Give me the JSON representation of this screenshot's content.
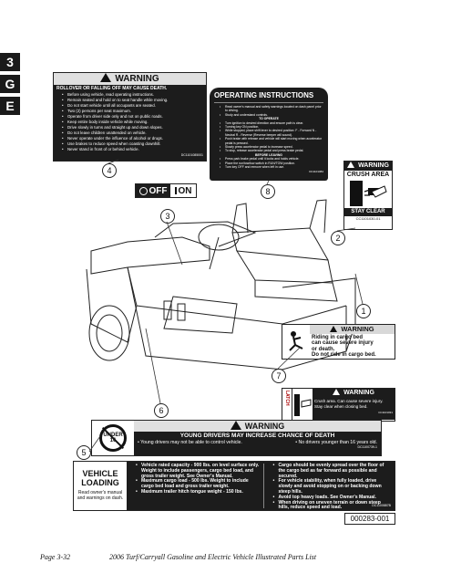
{
  "side_tabs": [
    "3",
    "G",
    "E"
  ],
  "rollover_label": {
    "title": "WARNING",
    "headline": "ROLLOVER OR FALLING OFF MAY CAUSE DEATH.",
    "items": [
      "Before using vehicle, read operating instructions.",
      "Remain seated and hold on to seat handle while moving.",
      "Do not start vehicle until all occupants are seated.",
      "Two (2) persons per seat maximum.",
      "Operate from driver side only and not on public roads.",
      "Keep entire body inside vehicle while moving.",
      "Drive slowly in turns and straight up and down slopes.",
      "Do not leave children unattended on vehicle.",
      "Never operate under the influence of alcohol or drugs.",
      "Use brakes to reduce speed when coasting downhill.",
      "Never stand in front of or behind vehicle."
    ],
    "code": "DC1101085001"
  },
  "operating_label": {
    "title": "OPERATING INSTRUCTIONS",
    "intro": [
      "Read owner's manual and safety warnings located on dash panel prior to driving.",
      "Study and understand controls."
    ],
    "section1": "TO OPERATE",
    "ops": [
      "Turn ignition to desired direction and ensure path is clear.",
      "Turning key ON position.",
      "While stopped, place shift lever to desired position: F - Forward N - Neutral R - Reverse (Reverse beeper will sound).",
      "Push brake with release and vehicle will start moving when accelerator pedal is pressed.",
      "Slowly press accelerator pedal to increase speed.",
      "To stop, release accelerator pedal and press brake pedal."
    ],
    "section2": "BEFORE LEAVING",
    "leave": [
      "Press park brake pedal until it locks and holds vehicle.",
      "Place the run/tow/tow switch in RUN/TOW position.",
      "Turn key OFF and remove when left in use."
    ],
    "code": "DC1101084"
  },
  "crush_label": {
    "title": "WARNING",
    "sub": "CRUSH AREA",
    "footer": "STAY CLEAR",
    "code": "CC1101030-01"
  },
  "switch_decal": {
    "off": "OFF",
    "on": "ON"
  },
  "cargo_label": {
    "title": "WARNING",
    "lines": [
      "Riding in cargo bed",
      "can cause severe injury",
      "or death.",
      "Do not ride in cargo bed."
    ],
    "code": "CC1101043"
  },
  "crush_small_label": {
    "side": "LATCH",
    "title": "WARNING",
    "lines": [
      "Crush area. Can cause severe injury.",
      "Stay clear when closing bed."
    ],
    "code": "CC1101031"
  },
  "under16_label": {
    "badge": "UNDER 16",
    "title": "WARNING",
    "headline": "YOUNG DRIVERS MAY INCREASE CHANCE OF DEATH",
    "left": "Young drivers may not be able to control vehicle.",
    "right": "No drivers younger than 16 years old.",
    "code": "DC1100739-1"
  },
  "loading_label": {
    "title1": "VEHICLE",
    "title2": "LOADING",
    "note": "Read owner's manual and warnings on dash.",
    "col1": [
      "Vehicle rated capacity - 900 lbs. on level surface only. Weight to include passengers, cargo bed load, and gross trailer weight. See Owner's Manual.",
      "Maximum cargo load - 500 lbs. Weight to include cargo bed load and gross trailer weight.",
      "Maximum trailer hitch tongue weight - 150 lbs."
    ],
    "col2": [
      "Cargo should be evenly spread over the floor of the cargo bed as far forward as possible and secured.",
      "For vehicle stability, when fully loaded, drive slowly and avoid stopping on or backing down steep hills.",
      "Avoid top heavy loads. See Owner's Manual.",
      "When driving on uneven terrain or down steep hills, reduce speed and load."
    ],
    "code": "DC1100887B"
  },
  "callouts": [
    "1",
    "2",
    "3",
    "4",
    "5",
    "6",
    "7",
    "8"
  ],
  "figure_id": "000283-001",
  "footer": {
    "page": "Page 3-32",
    "title": "2006 Turf/Carryall Gasoline and Electric Vehicle Illustrated Parts List"
  }
}
